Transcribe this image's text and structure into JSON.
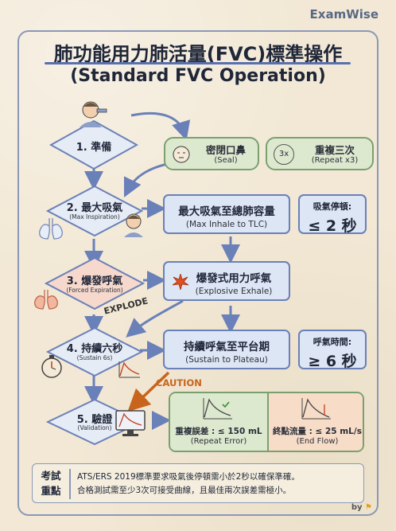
{
  "brand": "ExamWise",
  "title_zh": "肺功能用力肺活量(FVC)標準操作",
  "title_en": "(Standard FVC Operation)",
  "steps": [
    {
      "label": "1. 準備",
      "sub": ""
    },
    {
      "label": "2. 最大吸氣",
      "sub": "(Max Inspiration)"
    },
    {
      "label": "3. 爆發呼氣",
      "sub": "(Forced Expiration)"
    },
    {
      "label": "4. 持續六秒",
      "sub": "(Sustain 6s)"
    },
    {
      "label": "5. 驗證",
      "sub": "(Validation)"
    }
  ],
  "prep": {
    "seal_main": "密閉口鼻",
    "seal_sub": "(Seal)",
    "repeat_main": "重複三次",
    "repeat_sub": "(Repeat x3)",
    "repeat_icon": "3x"
  },
  "boxes": [
    {
      "main": "最大吸氣至總肺容量",
      "sub": "(Max Inhale to TLC)"
    },
    {
      "main": "爆發式用力呼氣",
      "sub": "(Explosive Exhale)"
    },
    {
      "main": "持續呼氣至平台期",
      "sub": "(Sustain to Plateau)"
    }
  ],
  "metrics": [
    {
      "label": "吸氣停頓:",
      "value": "≤ 2 秒"
    },
    {
      "label": "呼氣時間:",
      "value": "≥ 6 秒"
    }
  ],
  "explode_tag": "EXPLODE",
  "caution_tag": "CAUTION",
  "validation": {
    "repeat_label": "重複誤差 : ≤ 150 mL",
    "repeat_sub": "(Repeat Error)",
    "endflow_label": "終點流量 : ≤ 25 mL/s",
    "endflow_sub": "(End Flow)"
  },
  "note": {
    "head": "考試重點",
    "line1": "ATS/ERS 2019標準要求吸氣後停頓需小於2秒以確保準確。",
    "line2": "合格測試需至少3次可接受曲線，且最佳兩次誤差需極小。"
  },
  "by": "by",
  "colors": {
    "frame": "#8a98b8",
    "box_fill": "#dde6f4",
    "box_border": "#6a80b8",
    "diamond_fill": "#e6ecf6",
    "diamond_red": "#f6d8cc",
    "green_fill": "#dde9cf",
    "orange_fill": "#f7dcc8",
    "caution": "#c8641c",
    "arrow": "#6a80b8"
  },
  "icons": [
    "person-icon",
    "face-icon",
    "repeat-icon",
    "lungs-icon",
    "explosion-icon",
    "stopwatch-icon",
    "monitor-icon",
    "curve-icon",
    "check-icon",
    "flag-icon"
  ]
}
